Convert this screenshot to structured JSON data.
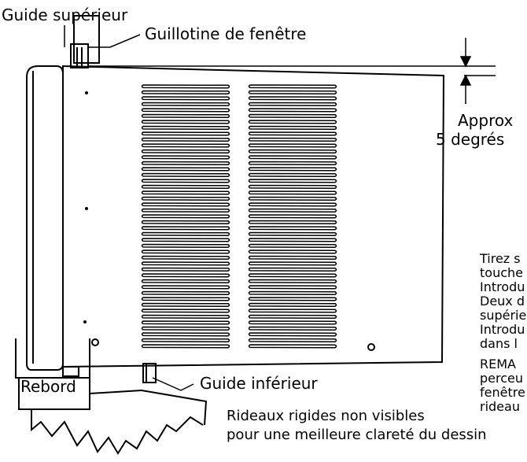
{
  "labels": {
    "top_guide": "Guide supérieur",
    "sash": "Guillotine de fenêtre",
    "approx": "Approx",
    "degrees": "5 degrés",
    "bottom_guide": "Guide inférieur",
    "sill": "Rebord",
    "curtains_line1": "Rideaux rigides non visibles",
    "curtains_line2": "pour une meilleure clareté du dessin"
  },
  "side_text": [
    "Tirez s",
    "touche",
    "Introdu",
    "Deux d",
    "supérie",
    "Introdu",
    "dans l",
    "REMA",
    "perceu",
    "fenêtre",
    "rideau"
  ],
  "colors": {
    "line": "#000000",
    "background": "#ffffff"
  }
}
